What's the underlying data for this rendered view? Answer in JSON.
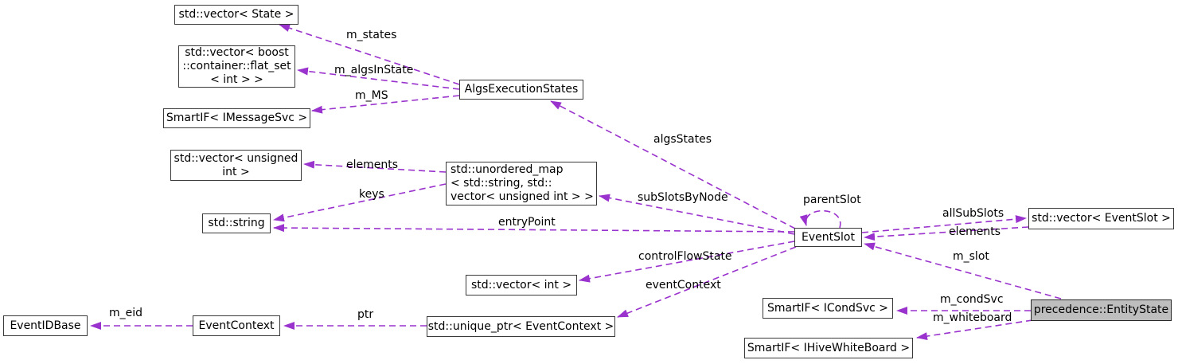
{
  "diagram": {
    "type": "collaboration-graph",
    "highlighted_node": "precedence::EntityState"
  },
  "colors": {
    "edge": "#9a32cd",
    "node_border": "#3a3a3a",
    "node_fill": "#ffffff",
    "highlight_fill": "#bebebe",
    "text": "#000000",
    "background": "#ffffff"
  },
  "nodes": {
    "vector_state": {
      "label": "std::vector< State >"
    },
    "vector_boost_flat_set": {
      "label": "std::vector< boost\n::container::flat_set\n< int > >"
    },
    "smartif_imessagesvc": {
      "label": "SmartIF< IMessageSvc >"
    },
    "vector_unsigned_int": {
      "label": "std::vector< unsigned\nint >"
    },
    "std_string": {
      "label": "std::string"
    },
    "algs_execution_states": {
      "label": "AlgsExecutionStates"
    },
    "unordered_map": {
      "label": "std::unordered_map\n< std::string, std::\nvector< unsigned int > >"
    },
    "vector_int": {
      "label": "std::vector< int >"
    },
    "event_id_base": {
      "label": "EventIDBase"
    },
    "event_context": {
      "label": "EventContext"
    },
    "unique_ptr_event_context": {
      "label": "std::unique_ptr< EventContext >"
    },
    "event_slot": {
      "label": "EventSlot"
    },
    "vector_event_slot": {
      "label": "std::vector< EventSlot >"
    },
    "smartif_icondsvc": {
      "label": "SmartIF< ICondSvc >"
    },
    "precedence_entity_state": {
      "label": "precedence::EntityState"
    },
    "smartif_ihivewhiteboard": {
      "label": "SmartIF< IHiveWhiteBoard >"
    }
  },
  "edge_labels": {
    "m_states": "m_states",
    "m_algsInState": "m_algsInState",
    "m_MS": "m_MS",
    "elements_left": "elements",
    "keys": "keys",
    "entryPoint": "entryPoint",
    "algsStates": "algsStates",
    "subSlotsByNode": "subSlotsByNode",
    "parentSlot": "parentSlot",
    "allSubSlots": "allSubSlots",
    "elements_right": "elements",
    "m_slot": "m_slot",
    "controlFlowState": "controlFlowState",
    "eventContext": "eventContext",
    "m_condSvc": "m_condSvc",
    "m_whiteboard": "m_whiteboard",
    "ptr": "ptr",
    "m_eid": "m_eid"
  }
}
